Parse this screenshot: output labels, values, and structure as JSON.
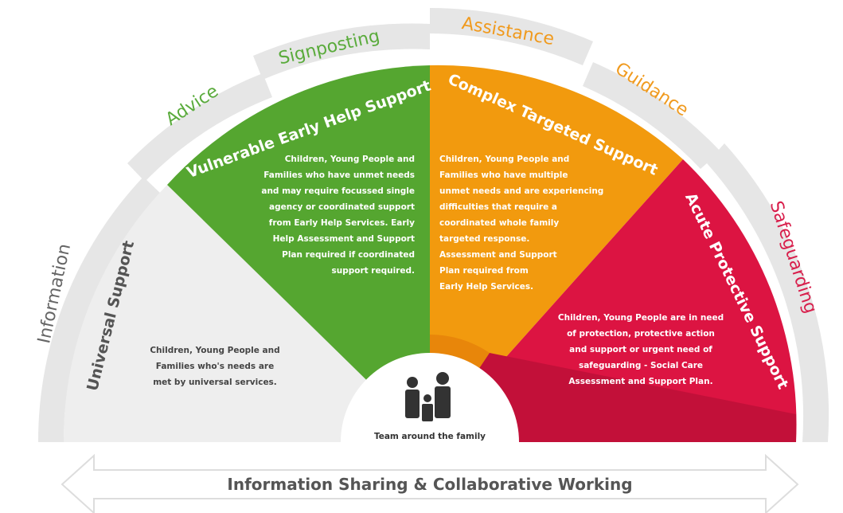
{
  "outer_ring": {
    "labels": [
      "Information",
      "Advice",
      "Signposting",
      "Assistance",
      "Guidance",
      "Safeguarding"
    ],
    "colors": [
      "#666666",
      "#5aab3c",
      "#5aab3c",
      "#f09a1e",
      "#f09a1e",
      "#d81e4b"
    ]
  },
  "segments": [
    {
      "title": "Universal Support",
      "color": "#eeeeee",
      "lines": [
        "Children, Young People and",
        "Families who's needs are",
        "met by universal services."
      ]
    },
    {
      "title": "Vulnerable Early Help Support",
      "color": "#55a630",
      "lines": [
        "Children, Young People and",
        "Families who have unmet needs",
        "and may require focussed single",
        "agency or coordinated support",
        "from Early Help Services. Early",
        "Help Assessment and Support",
        "Plan required if coordinated",
        "support required."
      ]
    },
    {
      "title": "Complex Targeted Support",
      "color": "#f29a0e",
      "lines": [
        "Children, Young People and",
        "Families who have multiple",
        "unmet needs and are experiencing",
        "difficulties that require a",
        "coordinated whole family",
        "targeted response.",
        "Assessment and Support",
        "Plan required from",
        "Early Help Services."
      ]
    },
    {
      "title": "Acute Protective Support",
      "color": "#dc1442",
      "lines": [
        "Children, Young People are in need",
        "of protection, protective action",
        "and support or urgent need of",
        "safeguarding - Social Care",
        "Assessment and Support Plan."
      ]
    }
  ],
  "center": {
    "label": "Team around the family",
    "icon": "family-icon"
  },
  "banner": {
    "label": "Information Sharing & Collaborative Working"
  }
}
